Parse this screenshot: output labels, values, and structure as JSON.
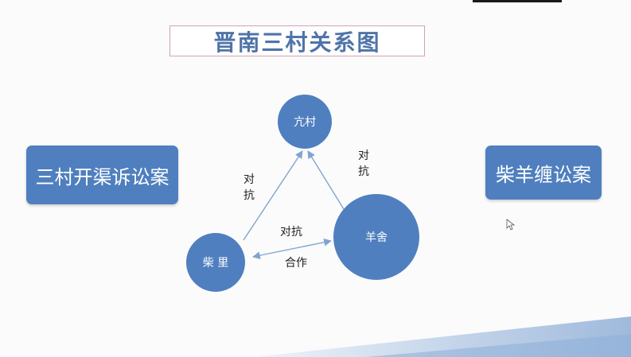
{
  "title": "晋南三村关系图",
  "left_case": "三村开渠诉讼案",
  "right_case": "柴羊缠讼案",
  "nodes": {
    "kangcun": "亢村",
    "chaili": "柴 里",
    "yangshe": "羊舍"
  },
  "edges": {
    "chaili_kangcun": [
      "对",
      "抗"
    ],
    "yangshe_kangcun": [
      "对",
      "抗"
    ],
    "chaili_yangshe_top": "对抗",
    "chaili_yangshe_bottom": "合作"
  },
  "colors": {
    "node_fill": "#4f7fbf",
    "arrow": "#7fa5cf",
    "title_text": "#4f74a9",
    "title_border": "#d3a2b4"
  }
}
